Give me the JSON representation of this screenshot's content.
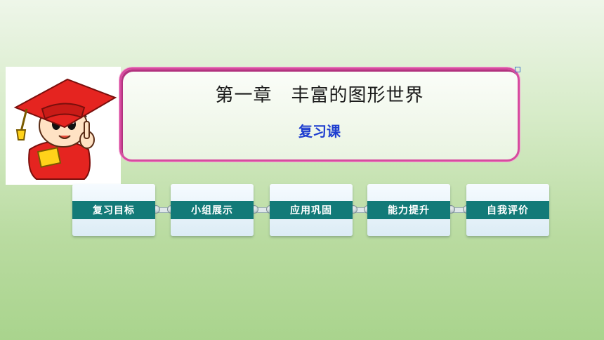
{
  "slide": {
    "chapter_title": "第一章　丰富的图形世界",
    "subtitle": "复习课"
  },
  "nav": {
    "items": [
      {
        "label": "复习目标"
      },
      {
        "label": "小组展示"
      },
      {
        "label": "应用巩固"
      },
      {
        "label": "能力提升"
      },
      {
        "label": "自我评价"
      }
    ]
  },
  "colors": {
    "title_border": "#d74b9f",
    "subtitle_text": "#1f3fd0",
    "button_band": "#137a78",
    "background": "#b9dba0"
  },
  "icons": {
    "mascot": "graduation-cap-mascot-icon"
  }
}
